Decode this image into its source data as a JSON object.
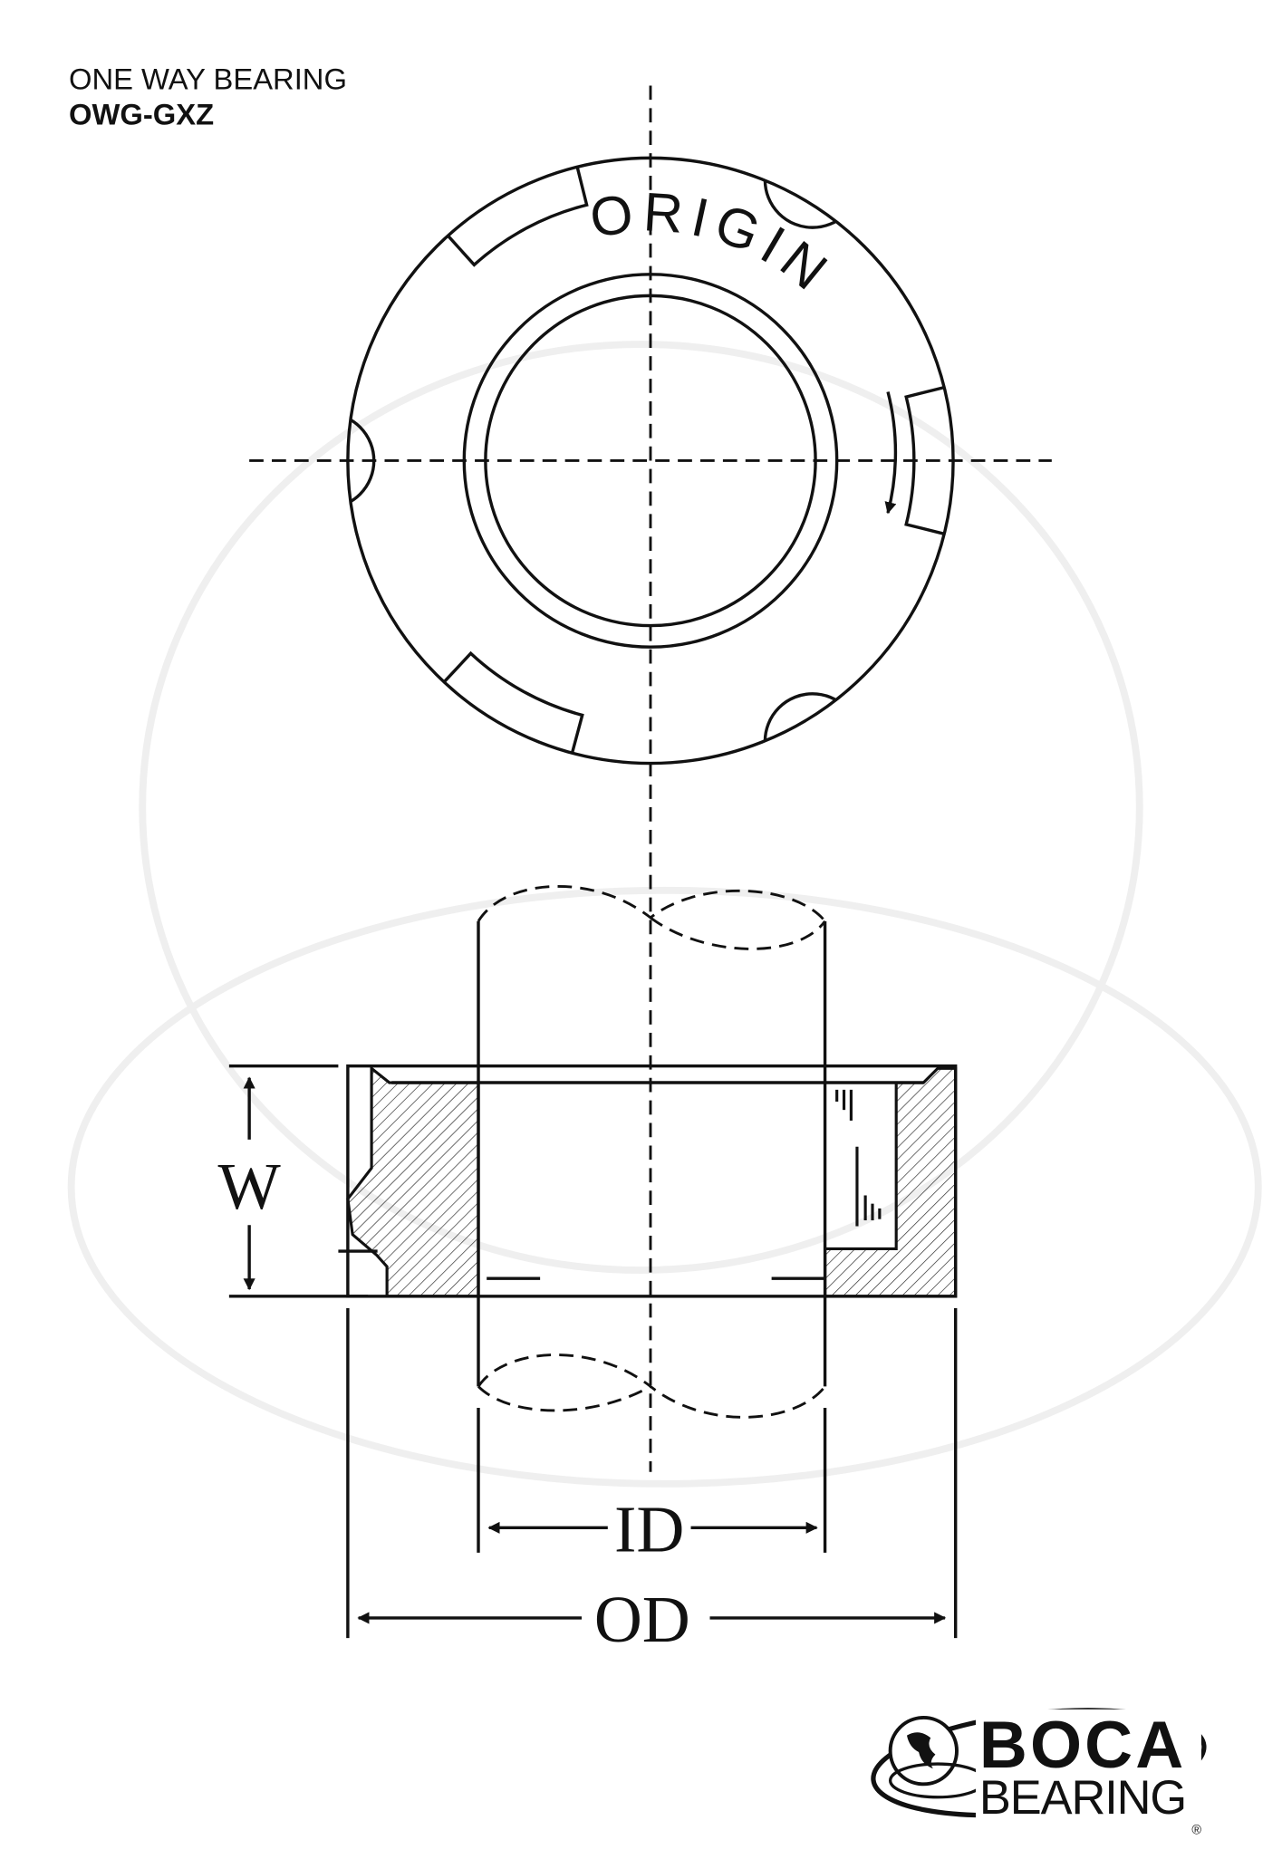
{
  "header": {
    "category": "ONE WAY BEARING",
    "part_number": "OWG-GXZ"
  },
  "front_view": {
    "label": "ORIGIN"
  },
  "dimensions": {
    "width": "W",
    "inner_diameter": "ID",
    "outer_diameter": "OD"
  },
  "logo": {
    "line1": "BOCA",
    "line2": "BEARING",
    "mark": "®"
  },
  "colors": {
    "ink": "#111111",
    "watermark": "#f2f2f2"
  }
}
